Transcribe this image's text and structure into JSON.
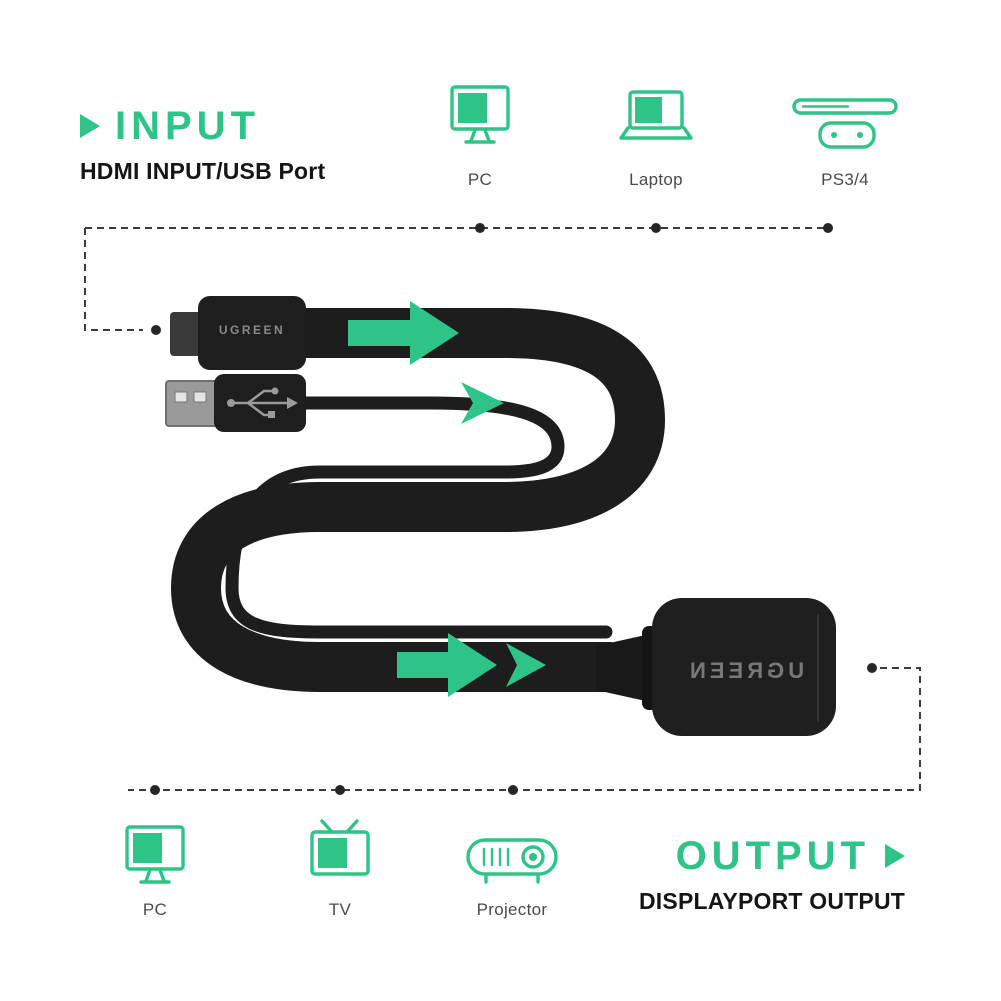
{
  "colors": {
    "accent": "#2ec487",
    "cable": "#1d1d1d",
    "dash": "#3c3c3c",
    "label": "#4a4a4a"
  },
  "input_section": {
    "title": "INPUT",
    "subtitle": "HDMI INPUT/USB Port",
    "arrow_icon": "play-triangle-right"
  },
  "output_section": {
    "title": "OUTPUT",
    "subtitle": "DISPLAYPORT OUTPUT",
    "arrow_icon": "play-triangle-right"
  },
  "input_devices": [
    {
      "label": "PC",
      "icon": "pc-monitor-icon"
    },
    {
      "label": "Laptop",
      "icon": "laptop-icon"
    },
    {
      "label": "PS3/4",
      "icon": "game-console-icon"
    }
  ],
  "output_devices": [
    {
      "label": "PC",
      "icon": "pc-monitor-icon"
    },
    {
      "label": "TV",
      "icon": "tv-icon"
    },
    {
      "label": "Projector",
      "icon": "projector-icon"
    }
  ],
  "product": {
    "hdmi_connector_brand": "UGREEN",
    "adapter_brand": "UGREEN",
    "flow_icon": "green-arrow-right"
  }
}
